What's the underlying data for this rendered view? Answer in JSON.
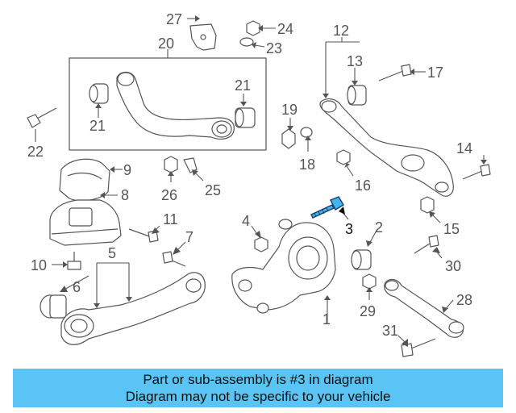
{
  "diagram": {
    "labels": {
      "n1": "1",
      "n2": "2",
      "n3": "3",
      "n4": "4",
      "n5": "5",
      "n6": "6",
      "n7": "7",
      "n8": "8",
      "n9": "9",
      "n10": "10",
      "n11": "11",
      "n12": "12",
      "n13": "13",
      "n14": "14",
      "n15": "15",
      "n16": "16",
      "n17": "17",
      "n18": "18",
      "n19": "19",
      "n20": "20",
      "n21a": "21",
      "n21b": "21",
      "n22": "22",
      "n23": "23",
      "n24": "24",
      "n25": "25",
      "n26": "26",
      "n27": "27",
      "n28": "28",
      "n29": "29",
      "n30": "30",
      "n31": "31"
    },
    "highlight_color": "#3fb4ee"
  },
  "banner": {
    "line1": "Part or sub-assembly is #3 in diagram",
    "line2": "Diagram may not be specific to your vehicle",
    "color": "#5ac4f5"
  }
}
